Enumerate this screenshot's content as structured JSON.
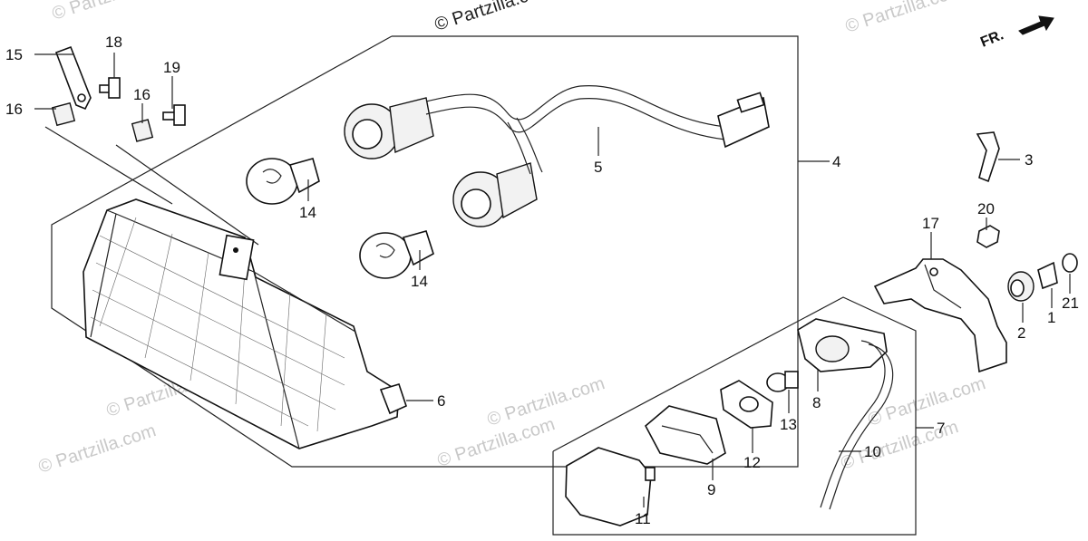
{
  "watermarks": {
    "top": "© Partzilla.com",
    "repeat": "© Partzilla.com"
  },
  "direction": {
    "label": "FR."
  },
  "callouts": {
    "c1": "1",
    "c2": "2",
    "c3": "3",
    "c4": "4",
    "c5": "5",
    "c6": "6",
    "c7": "7",
    "c8": "8",
    "c9": "9",
    "c10": "10",
    "c11": "11",
    "c12": "12",
    "c13": "13",
    "c14a": "14",
    "c14b": "14",
    "c15": "15",
    "c16a": "16",
    "c16b": "16",
    "c17": "17",
    "c18": "18",
    "c19": "19",
    "c20": "20",
    "c21": "21"
  }
}
